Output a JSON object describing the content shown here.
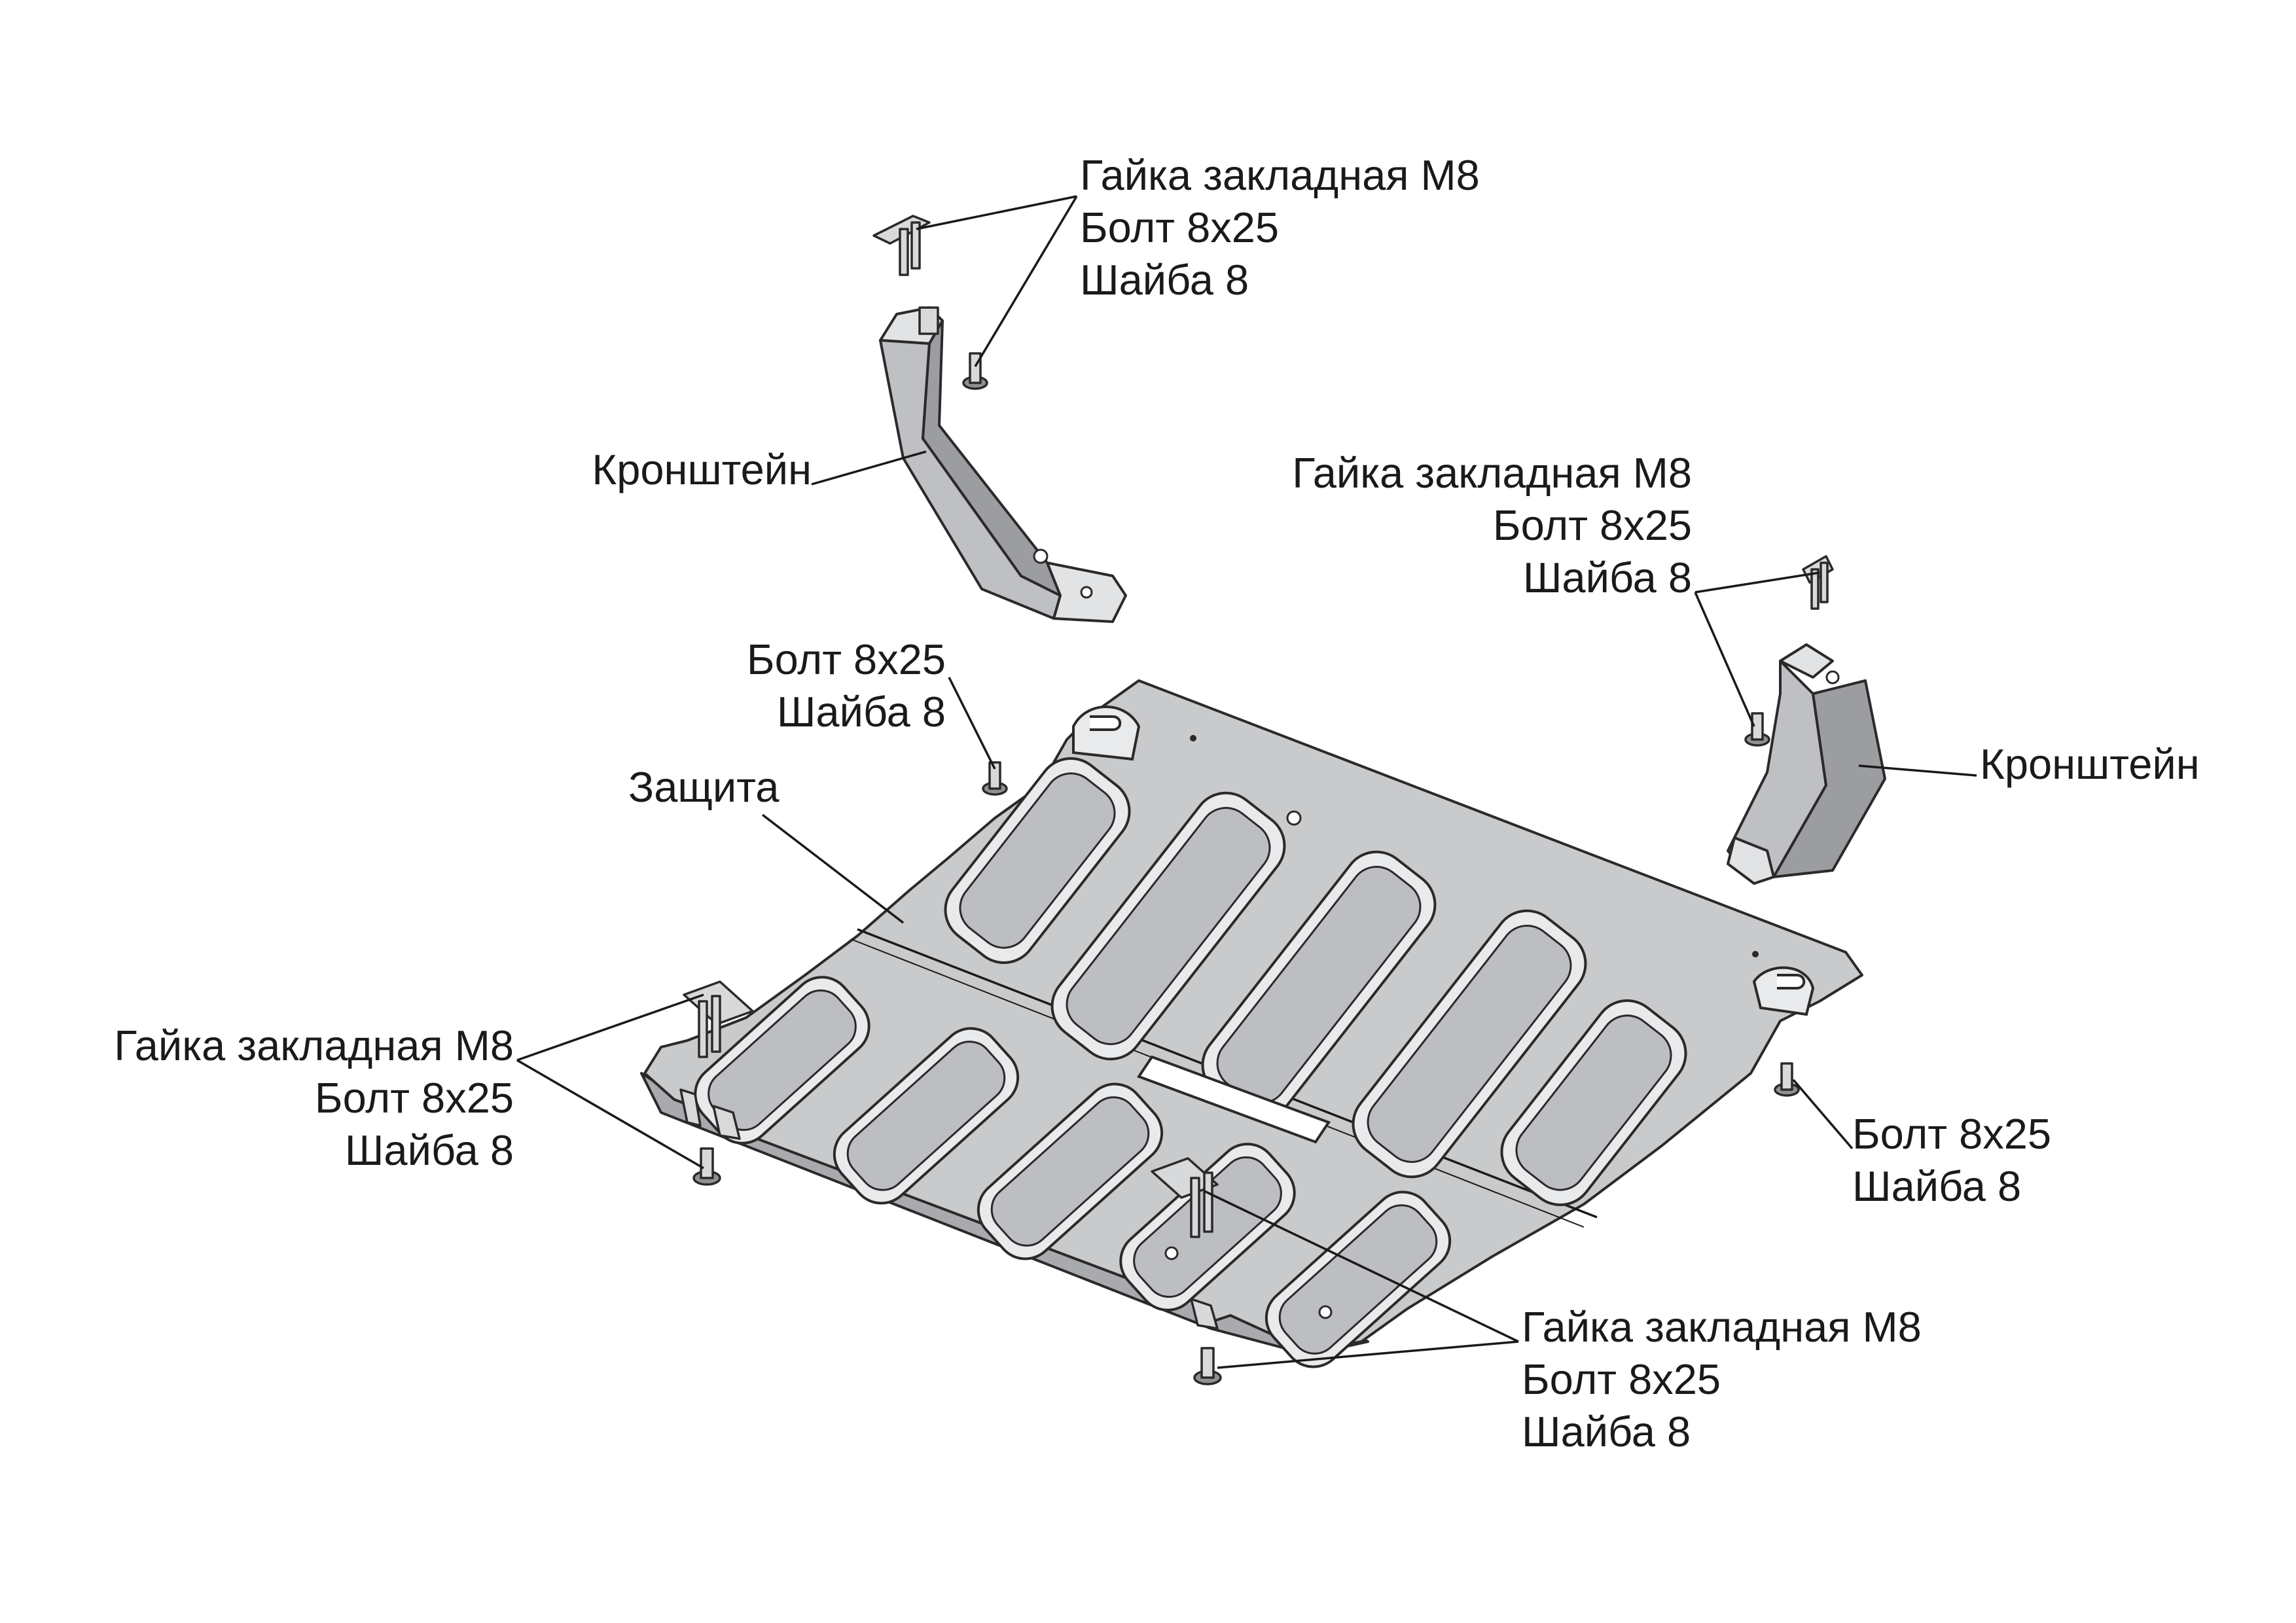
{
  "labels": {
    "top_center": {
      "line1": "Гайка закладная М8",
      "line2": "Болт 8х25",
      "line3": "Шайба 8"
    },
    "bracket_left": "Кронштейн",
    "right_upper": {
      "line1": "Гайка закладная М8",
      "line2": "Болт 8х25",
      "line3": "Шайба 8"
    },
    "left_bolt": {
      "line1": "Болт 8х25",
      "line2": "Шайба 8"
    },
    "guard": "Защита",
    "bracket_right": "Кронштейн",
    "left_lower": {
      "line1": "Гайка закладная М8",
      "line2": "Болт 8х25",
      "line3": "Шайба 8"
    },
    "right_bolt": {
      "line1": "Болт 8х25",
      "line2": "Шайба 8"
    },
    "bottom_center": {
      "line1": "Гайка закладная М8",
      "line2": "Болт 8х25",
      "line3": "Шайба 8"
    }
  },
  "colors": {
    "background": "#ffffff",
    "line": "#1a1a1a",
    "metal": "#c9cacc",
    "metal_highlight": "#e9eaec"
  }
}
